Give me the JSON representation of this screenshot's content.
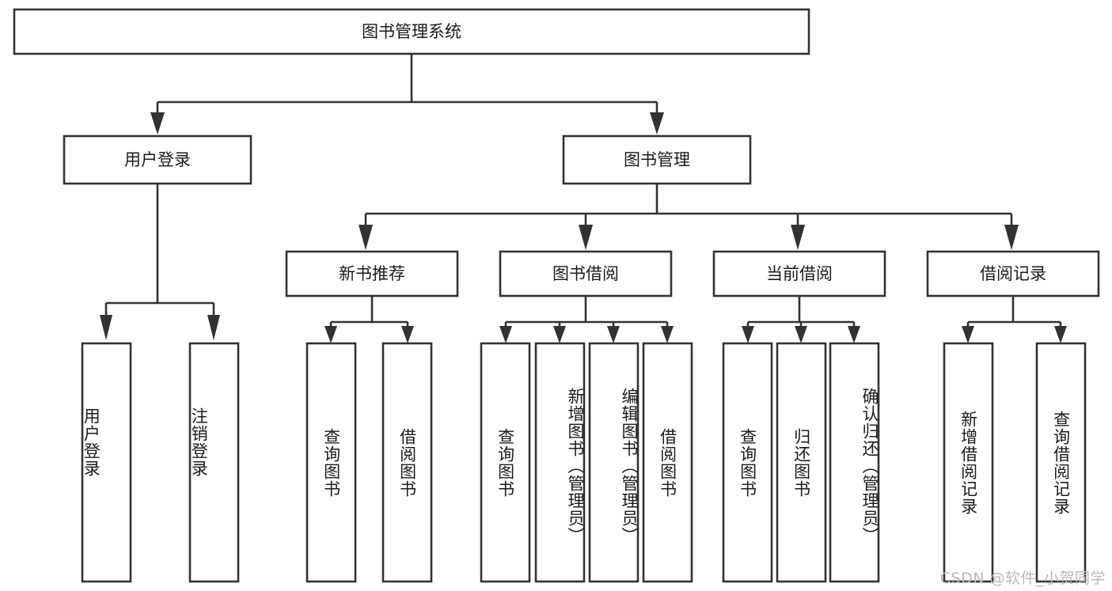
{
  "diagram": {
    "type": "tree-hierarchy",
    "title": "图书管理系统",
    "orientation": "top-down",
    "colors": {
      "box_stroke": "#33322f",
      "box_fill": "#ffffff",
      "line": "#33322f",
      "text": "#1b1b1b",
      "background": "#ffffff",
      "watermark": "#b9b9b9"
    },
    "root": {
      "label": "图书管理系统"
    },
    "level2": [
      {
        "label": "用户登录"
      },
      {
        "label": "图书管理"
      }
    ],
    "level3": [
      {
        "label": "新书推荐"
      },
      {
        "label": "图书借阅"
      },
      {
        "label": "当前借阅"
      },
      {
        "label": "借阅记录"
      }
    ],
    "leaves": {
      "user_login": [
        {
          "label": "用户登录"
        },
        {
          "label": "注销登录"
        }
      ],
      "new_book_recommend": [
        {
          "label": "查询图书"
        },
        {
          "label": "借阅图书"
        }
      ],
      "book_borrow": [
        {
          "label": "查询图书"
        },
        {
          "label": "新增图书（管理员）"
        },
        {
          "label": "编辑图书（管理员）"
        },
        {
          "label": "借阅图书"
        }
      ],
      "current_borrow": [
        {
          "label": "查询图书"
        },
        {
          "label": "归还图书"
        },
        {
          "label": "确认归还（管理员）"
        }
      ],
      "borrow_record": [
        {
          "label": "新增借阅记录"
        },
        {
          "label": "查询借阅记录"
        }
      ]
    }
  },
  "watermark": {
    "text": "CSDN @软件_小贺同学"
  }
}
